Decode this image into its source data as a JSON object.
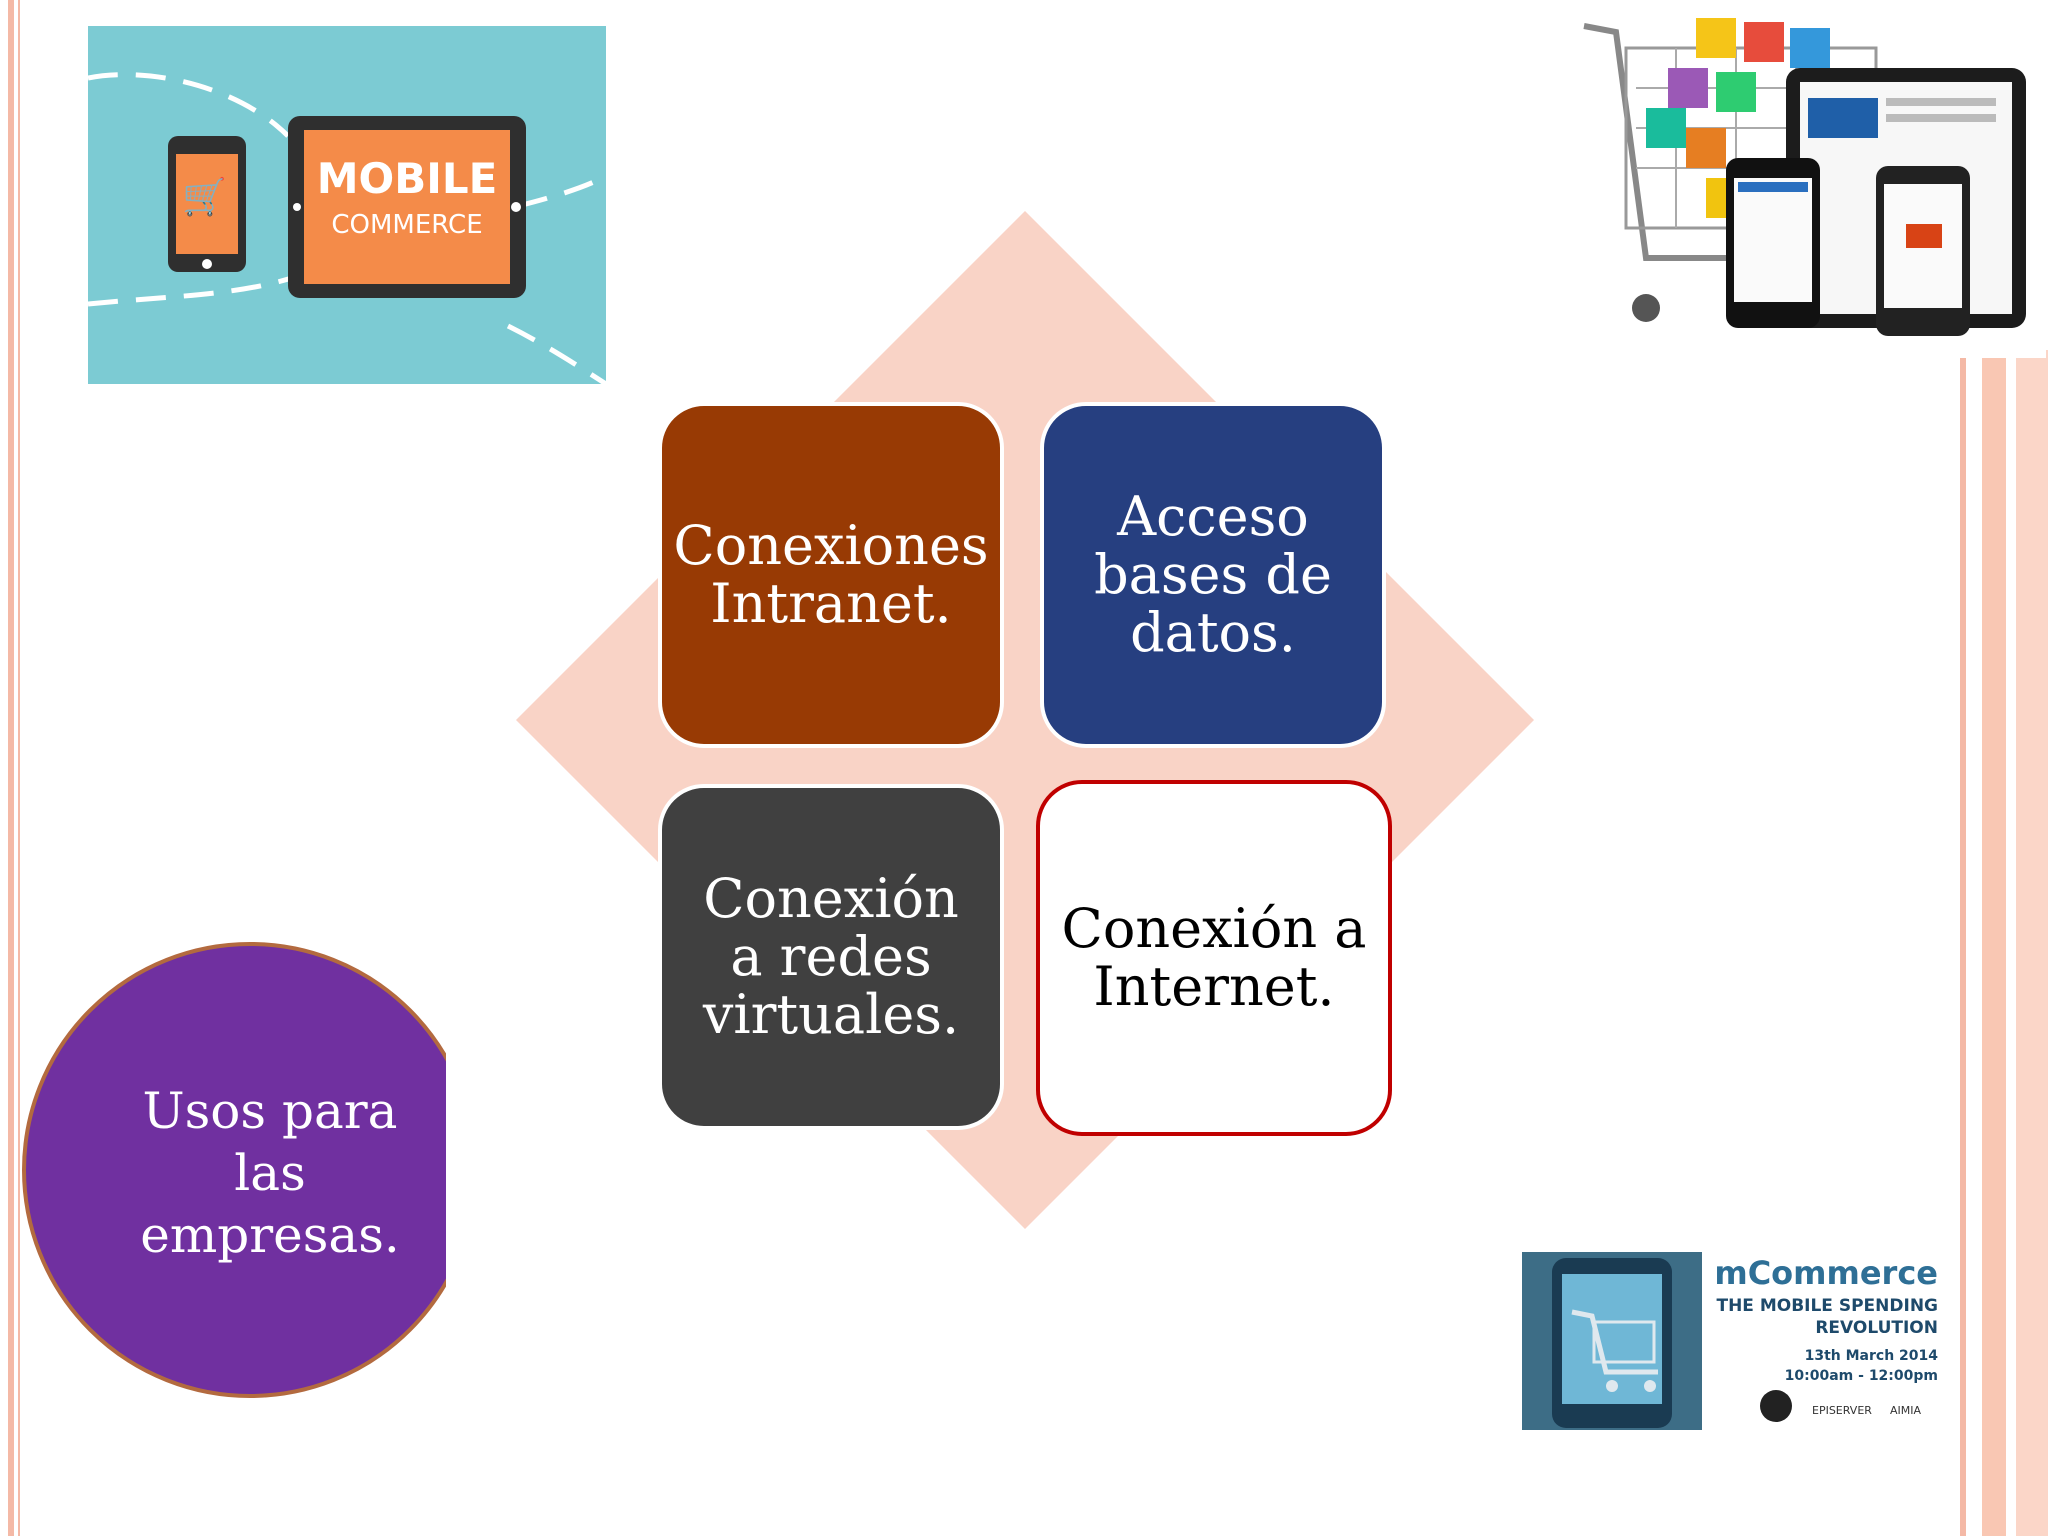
{
  "colors": {
    "tile_top_left": "#983a04",
    "tile_top_right": "#263f80",
    "tile_bottom_left": "#404040",
    "tile_bottom_right": "#ffffff",
    "tile_bottom_right_border": "#c00000",
    "diamond": "#f9d3c6",
    "circle": "#7030a0",
    "stripe": "#f4b9a6"
  },
  "diagram": {
    "tiles": [
      {
        "text": "Conexiones Intranet."
      },
      {
        "text": "Acceso bases de datos."
      },
      {
        "text": "Conexión a redes virtuales."
      },
      {
        "text": "Conexión a Internet."
      }
    ]
  },
  "side_shape": {
    "text": "Usos para las empresas."
  },
  "images": {
    "logo": {
      "title": "MOBILE",
      "subtitle": "COMMERCE",
      "icon": "shopping-cart-icon"
    },
    "cart_devices": {
      "icon": "shopping-cart-icon"
    },
    "banner": {
      "title": "mCommerce",
      "subtitle_line1": "THE MOBILE SPENDING",
      "subtitle_line2": "REVOLUTION",
      "date": "13th March 2014",
      "time": "10:00am - 12:00pm",
      "sponsors": [
        "EPISERVER",
        "AIMIA"
      ]
    }
  }
}
